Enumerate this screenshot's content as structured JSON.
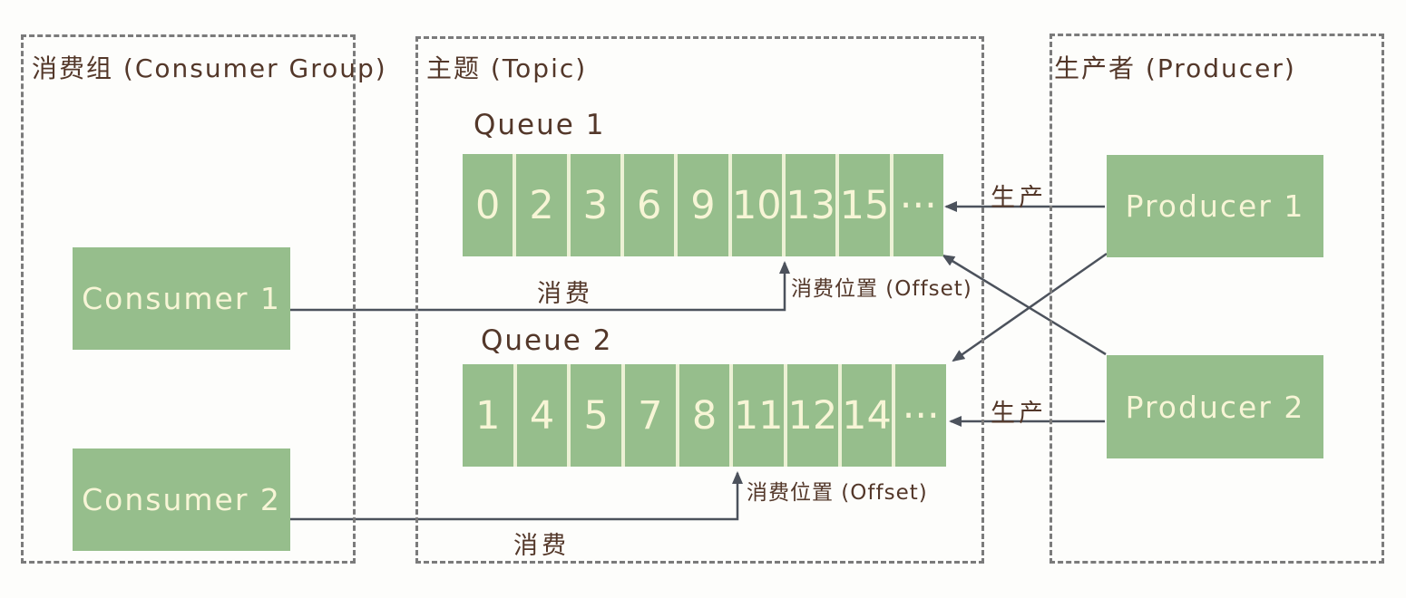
{
  "consumer_group": {
    "title": "消费组 (Consumer Group)",
    "consumers": [
      {
        "label": "Consumer 1"
      },
      {
        "label": "Consumer 2"
      }
    ]
  },
  "topic": {
    "title": "主题 (Topic)",
    "queues": [
      {
        "label": "Queue 1",
        "cells": [
          "0",
          "2",
          "3",
          "6",
          "9",
          "10",
          "13",
          "15",
          "···"
        ]
      },
      {
        "label": "Queue 2",
        "cells": [
          "1",
          "4",
          "5",
          "7",
          "8",
          "11",
          "12",
          "14",
          "···"
        ]
      }
    ]
  },
  "producer_group": {
    "title": "生产者 (Producer)",
    "producers": [
      {
        "label": "Producer 1"
      },
      {
        "label": "Producer 2"
      }
    ]
  },
  "labels": {
    "consume": "消费",
    "produce": "生产",
    "offset": "消费位置 (Offset)"
  },
  "colors": {
    "node_green": "#96be8c",
    "node_text_cream": "#f7f5d6",
    "cell_divider_cream": "#ecf1d5",
    "text_brown": "#533729",
    "border_gray": "#7b7b7b",
    "arrow_gray": "#4c525c"
  }
}
